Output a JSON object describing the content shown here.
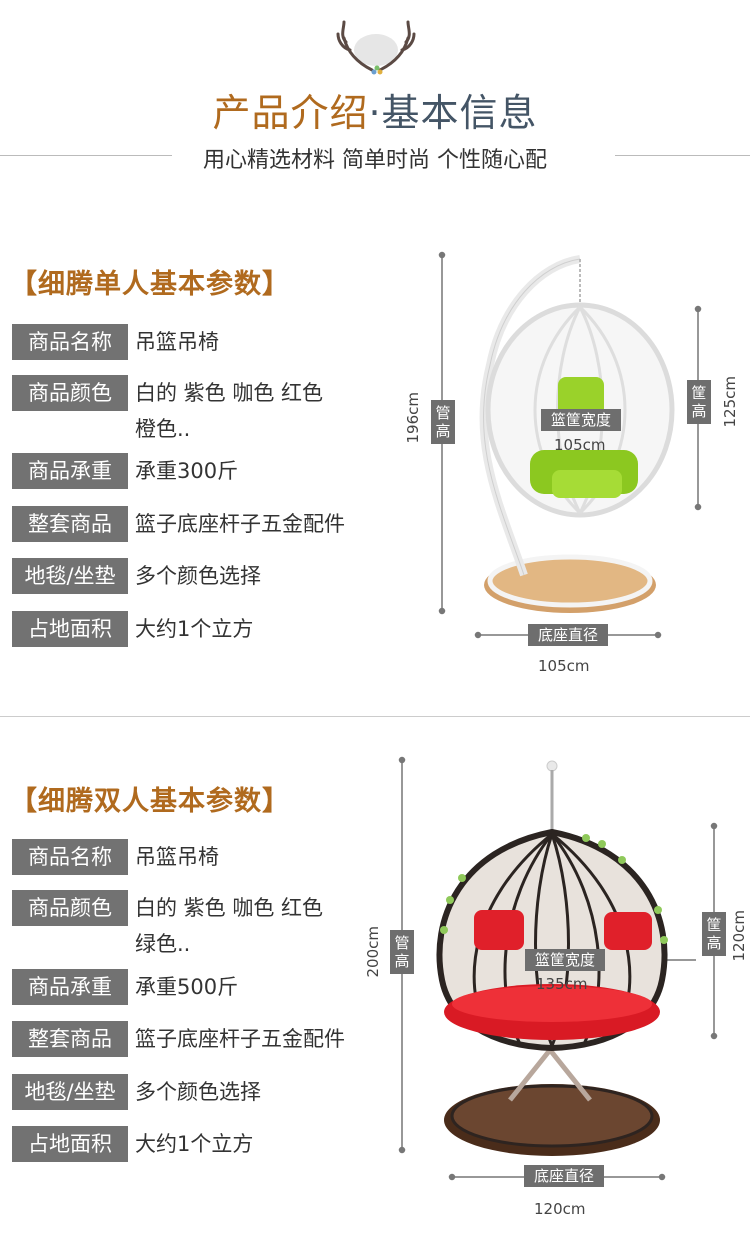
{
  "header": {
    "title_part1": "产品介绍",
    "title_part2": "·基本信息",
    "subtitle": "用心精选材料 简单时尚 个性随心配"
  },
  "single": {
    "section_title": "【细腾单人基本参数】",
    "rows": [
      {
        "label": "商品名称",
        "value": "吊篮吊椅"
      },
      {
        "label": "商品颜色",
        "value": "白的 紫色 咖色 红色",
        "value2": "橙色.."
      },
      {
        "label": "商品承重",
        "value": "承重300斤"
      },
      {
        "label": "整套商品",
        "value": "篮子底座杆子五金配件"
      },
      {
        "label": "地毯/坐垫",
        "value": "多个颜色选择"
      },
      {
        "label": "占地面积",
        "value": "大约1个立方"
      }
    ],
    "dims": {
      "pipe_height": "196cm",
      "pipe_tag": "管高",
      "basket_height": "125cm",
      "basket_tag": "筐高",
      "basket_width_tag": "篮筐宽度",
      "basket_width": "105cm",
      "base_tag": "底座直径",
      "base_diameter": "105cm"
    },
    "colors": {
      "frame": "#ffffff",
      "cushion": "#9ad22a",
      "base": "#c99a63"
    }
  },
  "double": {
    "section_title": "【细腾双人基本参数】",
    "rows": [
      {
        "label": "商品名称",
        "value": "吊篮吊椅"
      },
      {
        "label": "商品颜色",
        "value": "白的 紫色 咖色 红色",
        "value2": "绿色.."
      },
      {
        "label": "商品承重",
        "value": "承重500斤"
      },
      {
        "label": "整套商品",
        "value": "篮子底座杆子五金配件"
      },
      {
        "label": "地毯/坐垫",
        "value": "多个颜色选择"
      },
      {
        "label": "占地面积",
        "value": "大约1个立方"
      }
    ],
    "dims": {
      "pipe_height": "200cm",
      "pipe_tag": "管高",
      "basket_height": "120cm",
      "basket_tag": "筐高",
      "basket_width_tag": "篮筐宽度",
      "basket_width": "135cm",
      "base_tag": "底座直径",
      "base_diameter": "120cm"
    },
    "colors": {
      "frame": "#2b2421",
      "cushion": "#e0202a",
      "base": "#5a3a26"
    }
  },
  "icons": [
    "antler-logo-icon"
  ]
}
